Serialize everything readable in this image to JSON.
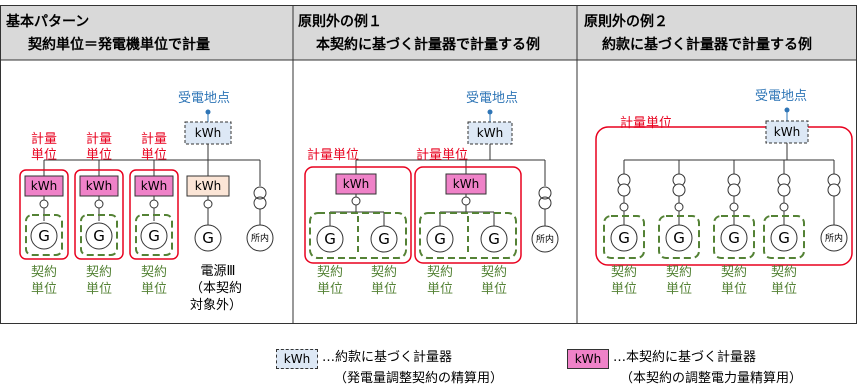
{
  "panels": [
    {
      "title_line1": "基本パターン",
      "title_line2": "契約単位＝発電機単位で計量"
    },
    {
      "title_line1": "原則外の例１",
      "title_line2": "本契約に基づく計量器で計量する例"
    },
    {
      "title_line1": "原則外の例２",
      "title_line2": "約款に基づく計量器で計量する例"
    }
  ],
  "labels": {
    "receiving_point": "受電地点",
    "metering_unit": "計量単位",
    "metering_unit_split": [
      "計量",
      "単位"
    ],
    "contract_unit": [
      "契約",
      "単位"
    ],
    "kwh": "kWh",
    "generator": "G",
    "in_house": "所内",
    "power_source_3": [
      "電源Ⅲ",
      "（本契約",
      "対象外）"
    ]
  },
  "legend": {
    "tariff_meter": {
      "box": "kWh",
      "line1": "…約款に基づく計量器",
      "line2": "（発電量調整契約の精算用）"
    },
    "contract_meter": {
      "box": "kWh",
      "line1": "…本契約に基づく計量器",
      "line2": "（本契約の調整電力量精算用）"
    }
  },
  "colors": {
    "red": "#e8001e",
    "green": "#548235",
    "blue": "#2e75b6",
    "pink_meter": "#ef82c8",
    "light_blue_meter": "#dde8f5",
    "peach_meter": "#fbe5d6",
    "header_gray": "#d9d9d9"
  }
}
